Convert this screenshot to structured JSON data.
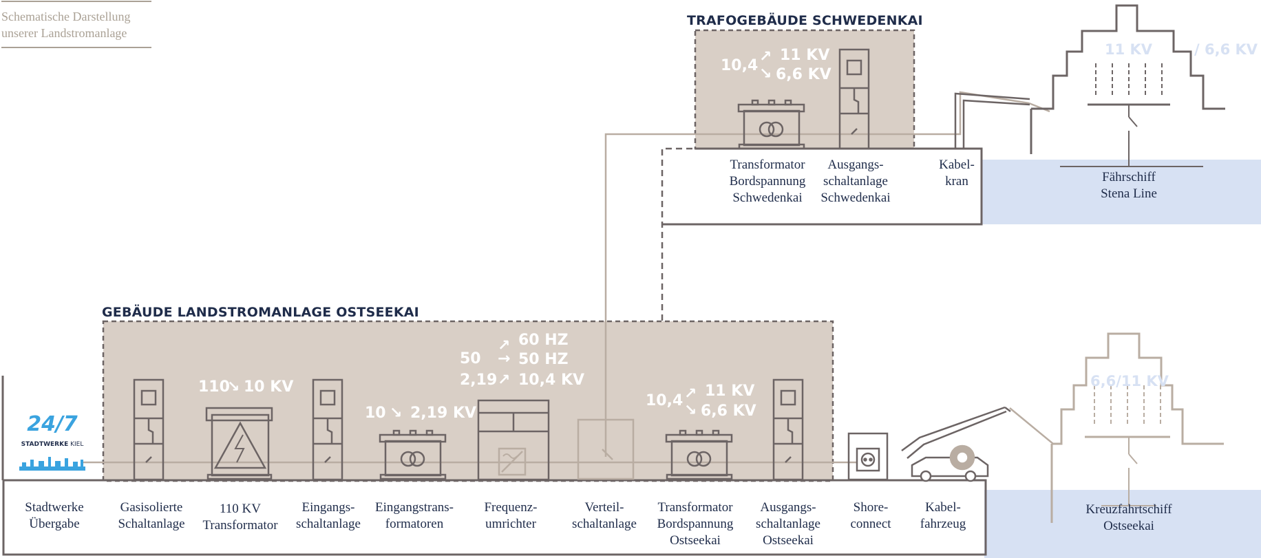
{
  "note": {
    "line1": "Schematische Darstellung",
    "line2": "unserer Landstromanlage"
  },
  "headings": {
    "ostseekai": "GEBÄUDE LANDSTROMANLAGE OSTSEEKAI",
    "schwedenkai": "TRAFOGEBÄUDE SCHWEDENKAI"
  },
  "logo": {
    "number": "24/7",
    "name": "STADTWERKE",
    "city": "KIEL"
  },
  "voltages": {
    "t110_from": "110",
    "t110_to": "10 KV",
    "in_from": "10",
    "in_to": "2,19 KV",
    "freq_a": "60 HZ",
    "freq_b": "50",
    "freq_c": "50 HZ",
    "freq_d": "2,19",
    "freq_e": "10,4 KV",
    "ost_from": "10,4",
    "ost_to1": "11 KV",
    "ost_to2": "6,6 KV",
    "sch_from": "10,4",
    "sch_to1": "11 KV",
    "sch_to2": "6,6 KV",
    "ship_top1": "11 KV",
    "ship_top2": "/ 6,6 KV",
    "ship_bottom": "6,6/11 KV"
  },
  "labels": {
    "stadtwerke": "Stadtwerke\nÜbergabe",
    "gasisoliert": "Gasisolierte\nSchaltanlage",
    "trafo110": "110 KV\nTransformator",
    "eingangsschalt": "Eingangs-\nschaltanlage",
    "eingangstrafo": "Eingangstrans-\nformatoren",
    "frequenz": "Frequenz-\numrichter",
    "verteil": "Verteil-\nschaltanlage",
    "trafo_ost": "Transformator\nBordspannung\nOstseekai",
    "ausgang_ost": "Ausgangs-\nschaltanlage\nOstseekai",
    "shore": "Shore-\nconnect",
    "kabelfahrzeug": "Kabel-\nfahrzeug",
    "kreuzfahrt": "Kreuzfahrtschiff\nOstseekai",
    "trafo_sch": "Transformator\nBordspannung\nSchwedenkai",
    "ausgang_sch": "Ausgangs-\nschaltanlage\nSchwedenkai",
    "kabelkran": "Kabel-\nkran",
    "faehre": "Fährschiff\nStena Line"
  },
  "colors": {
    "building": "#d9cfc6",
    "water": "#d7e1f3",
    "equipment": "#6c6464",
    "navy": "#1f2c4a",
    "logo_blue": "#3aa3df"
  }
}
